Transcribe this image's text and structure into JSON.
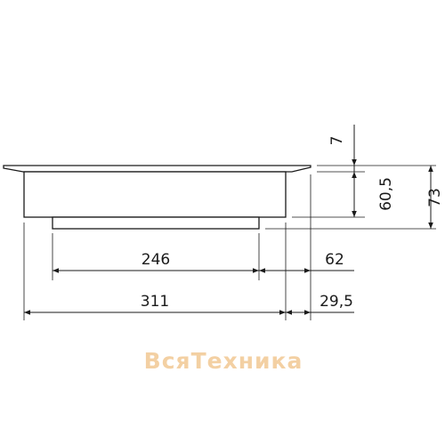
{
  "dimensions": {
    "inner_width": "246",
    "outer_width": "311",
    "side_offset_bottom": "62",
    "side_offset_top": "29,5",
    "rim_thickness": "7",
    "body_height": "60,5",
    "total_height": "73"
  },
  "watermark": "ВсяТехника",
  "colors": {
    "line": "#1a1a1a",
    "watermark": "#f2c894",
    "background": "#ffffff"
  }
}
